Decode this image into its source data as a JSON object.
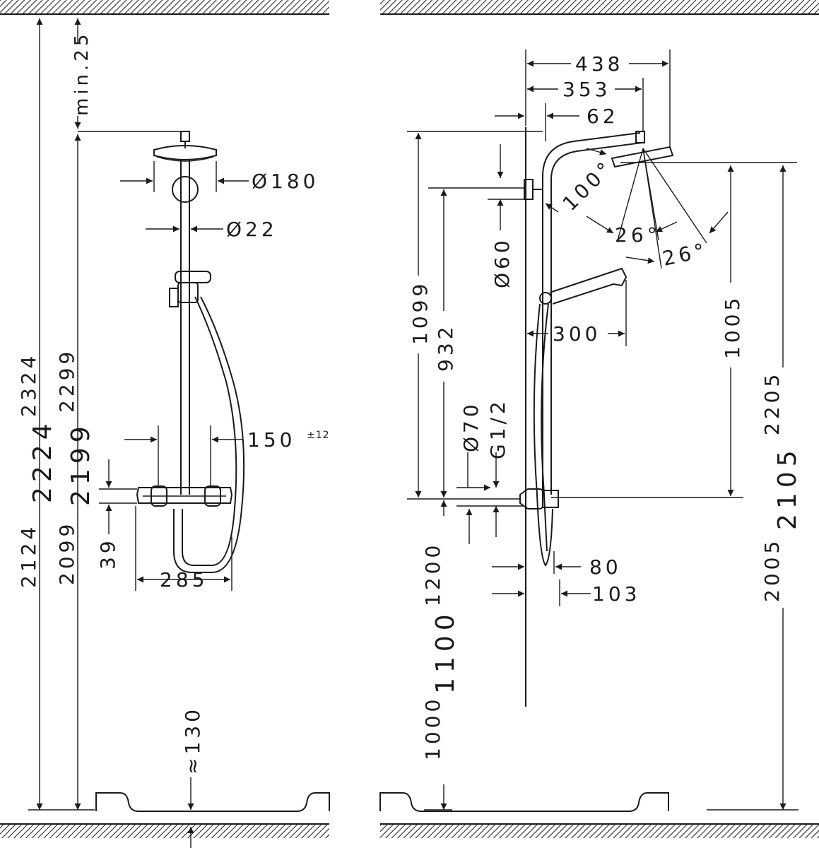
{
  "left_view": {
    "dim_2324": "2324",
    "dim_2224": "2224",
    "dim_2124": "2124",
    "dim_2299": "2299",
    "dim_2199": "2199",
    "dim_2099": "2099",
    "dim_min25": "min.25",
    "dim_d180": "Ø180",
    "dim_d22": "Ø22",
    "dim_150": "150",
    "dim_150_tol": "±12",
    "dim_39": "39",
    "dim_285": "285",
    "dim_130": "≈130"
  },
  "right_view": {
    "dim_438": "438",
    "dim_353": "353",
    "dim_62": "62",
    "dim_100deg": "100°",
    "dim_26deg_a": "26°",
    "dim_26deg_b": "26°",
    "dim_d60": "Ø60",
    "dim_300": "300",
    "dim_1099": "1099",
    "dim_932": "932",
    "dim_1005": "1005",
    "dim_2205": "2205",
    "dim_2105": "2105",
    "dim_2005": "2005",
    "dim_d70": "Ø70",
    "dim_g12": "G1/2",
    "dim_1200": "1200",
    "dim_1100": "1100",
    "dim_1000": "1000",
    "dim_80": "80",
    "dim_103": "103"
  }
}
